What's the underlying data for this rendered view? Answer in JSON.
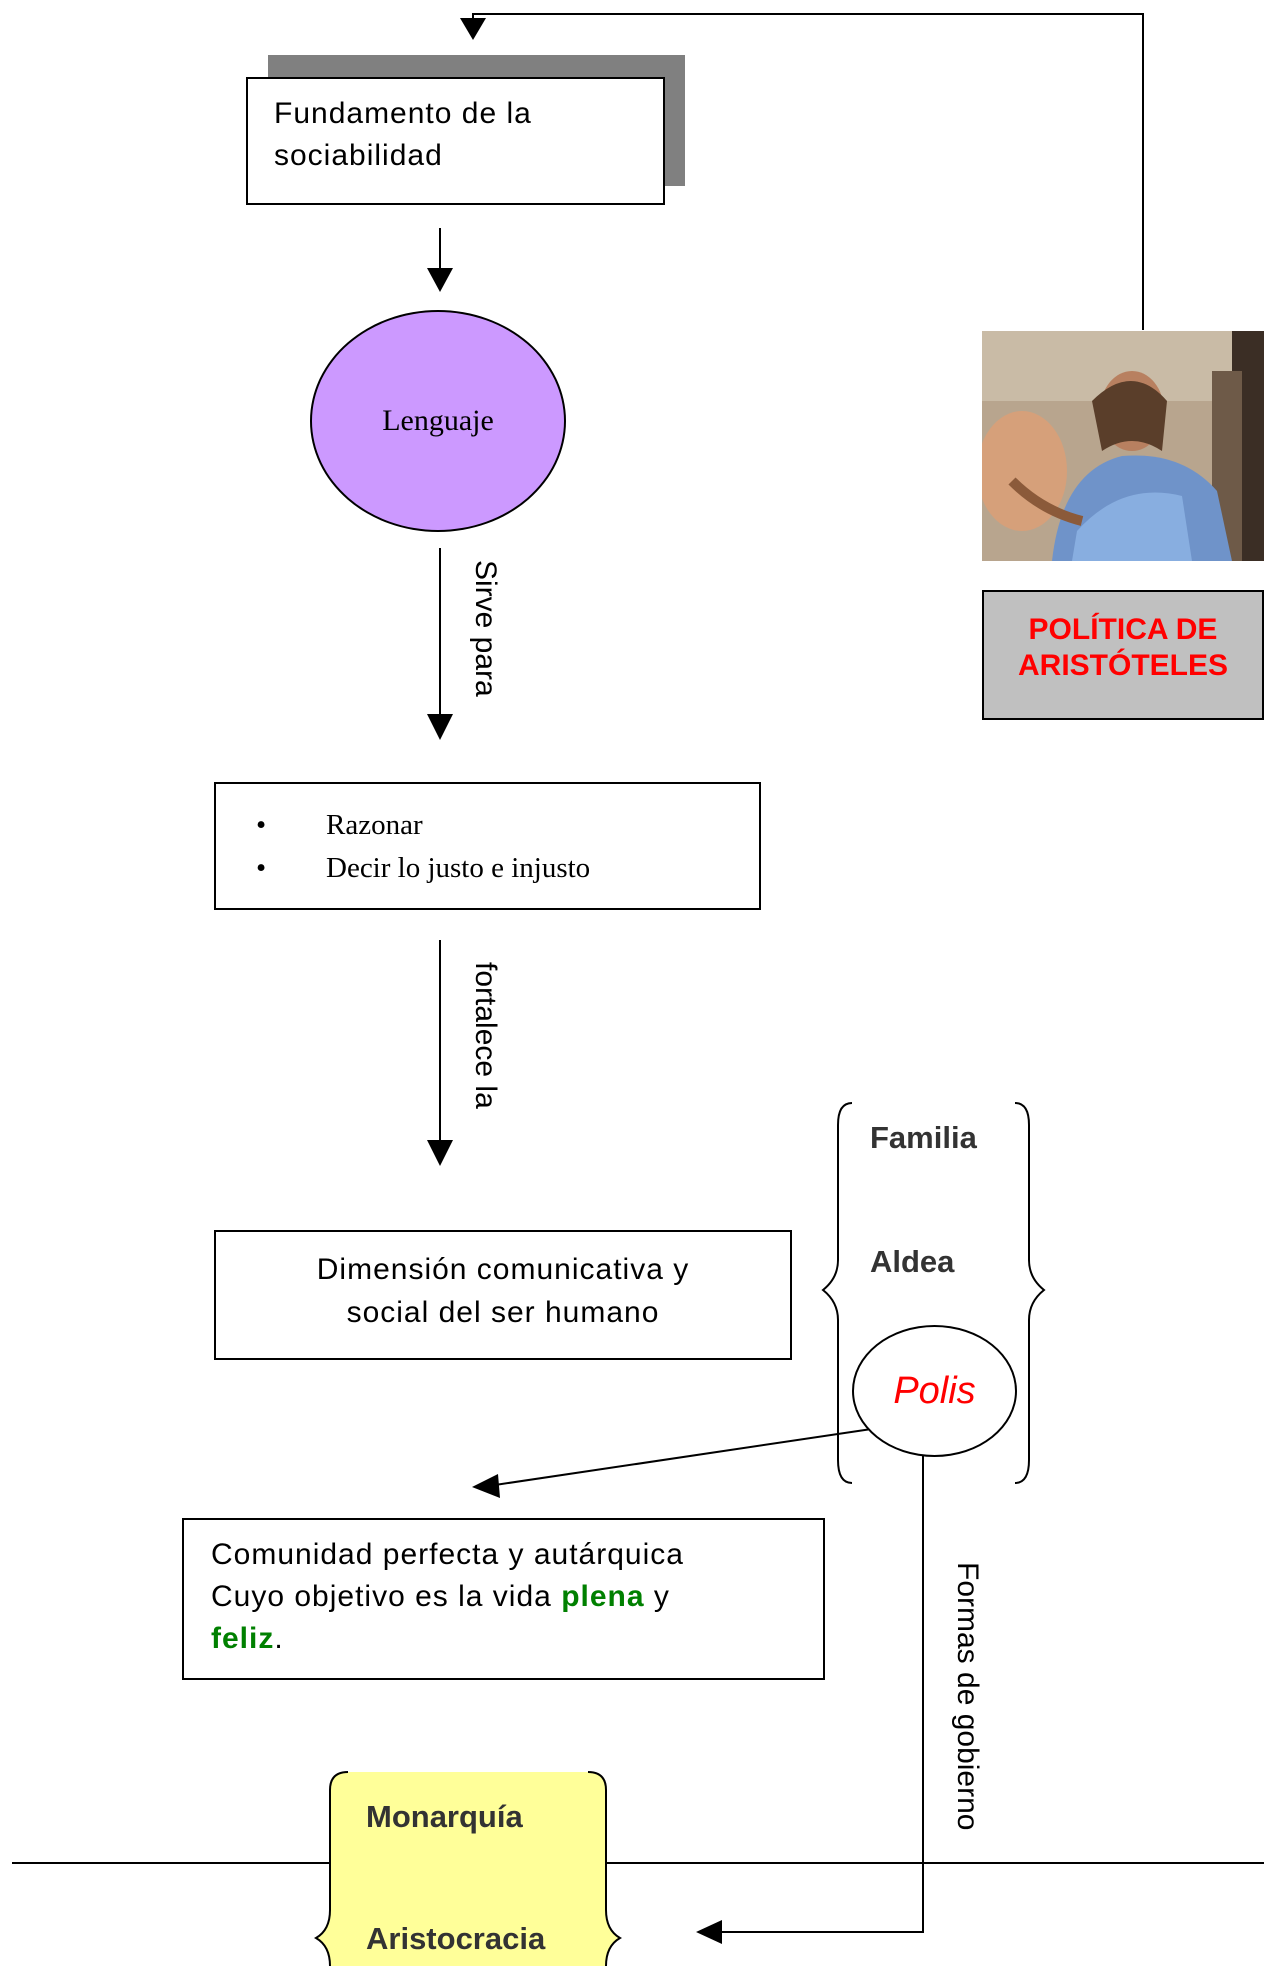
{
  "nodes": {
    "sociabilidad": {
      "line1": "Fundamento de la",
      "line2": "sociabilidad"
    },
    "lenguaje": "Lenguaje",
    "funciones": [
      "Razonar",
      "Decir lo justo e injusto"
    ],
    "dimension": {
      "line1": "Dimensión comunicativa y",
      "line2": "social del ser humano"
    },
    "comunidad": {
      "line1": "Comunidad perfecta y autárquica",
      "line2_prefix": "Cuyo objetivo es la vida ",
      "plena": "plena",
      "y": " y",
      "feliz": "feliz",
      "period": "."
    },
    "politica_title": {
      "line1": "POLÍTICA DE",
      "line2": "ARISTÓTELES"
    }
  },
  "edge_labels": {
    "sirve_para": "Sirve para",
    "fortalece_la": "fortalece la",
    "formas_de_gobierno": "Formas de gobierno"
  },
  "stages": {
    "familia": "Familia",
    "aldea": "Aldea",
    "polis": "Polis"
  },
  "gobierno": [
    "Monarquía",
    "Aristocracia"
  ],
  "colors": {
    "lenguaje_fill": "#cc99ff",
    "polis_text": "#ff0000",
    "politica_text": "#ff0000",
    "politica_bg": "#c0c0c0",
    "highlight_green": "#008000",
    "gobierno_fill": "#ffff99",
    "shadow": "#808080"
  },
  "icons": {
    "bullet": "•",
    "portrait": "aristotle-portrait"
  }
}
